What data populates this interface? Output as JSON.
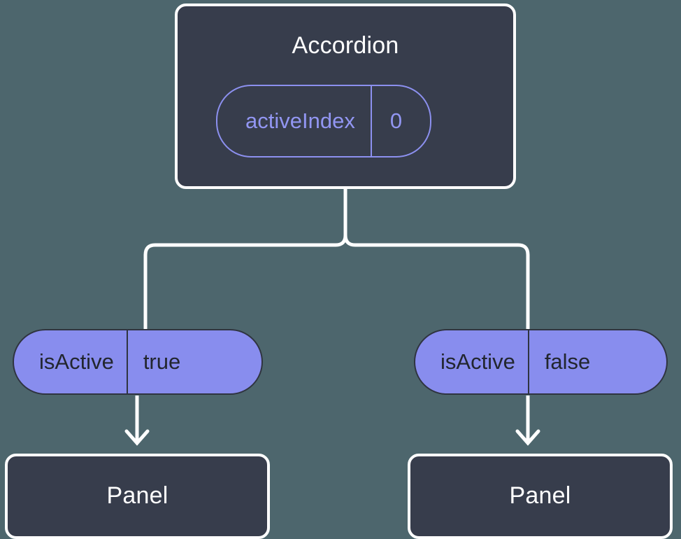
{
  "diagram": {
    "type": "component-tree",
    "background_color": "#4d666d",
    "title_color": "#ffffff",
    "box_fill": "#373d4c",
    "box_border": "#ffffff",
    "pill_fill": "#888dee",
    "pill_text": "#22262f",
    "outline_pill_color": "#9296f2",
    "connector_color": "#ffffff"
  },
  "root": {
    "title": "Accordion",
    "prop": {
      "key": "activeIndex",
      "value": "0"
    }
  },
  "branches": [
    {
      "prop": {
        "key": "isActive",
        "value": "true"
      },
      "child": {
        "title": "Panel"
      }
    },
    {
      "prop": {
        "key": "isActive",
        "value": "false"
      },
      "child": {
        "title": "Panel"
      }
    }
  ]
}
